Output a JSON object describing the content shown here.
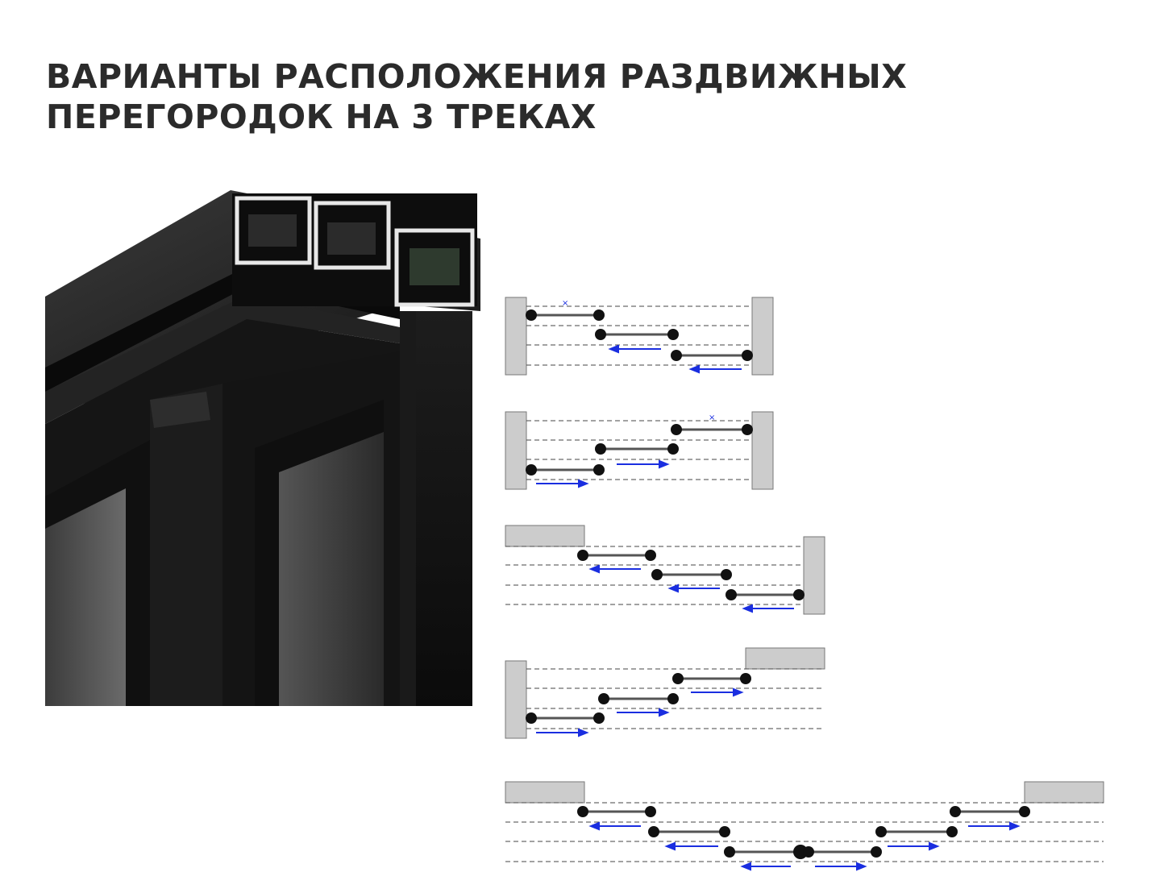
{
  "title": {
    "line1": "ВАРИАНТЫ РАСПОЛОЖЕНИЯ РАЗДВИЖНЫХ",
    "line2": "ПЕРЕГОРОДОК НА 3 ТРЕКАХ"
  },
  "colors": {
    "title": "#2b2b2b",
    "arrow": "#1a2ee0",
    "panel": "#555555",
    "wall": "#cfcfcf",
    "track_line": "#444444",
    "profile": "#161616"
  },
  "image": {
    "subject": "black aluminium triple-track sliding partition profile with glass panels"
  },
  "diagrams": [
    {
      "id": "variant-1",
      "description": "Wall left and right, three panels sliding left, fixed panel on top track"
    },
    {
      "id": "variant-2",
      "description": "Wall left and right, three panels sliding right, fixed panel on top track"
    },
    {
      "id": "variant-3",
      "description": "Ceiling block left, wall right, three panels sliding left"
    },
    {
      "id": "variant-4",
      "description": "Wall left, ceiling block right, three panels sliding right"
    },
    {
      "id": "variant-5",
      "description": "Ceiling blocks on both sides, six panels opening from the center"
    }
  ]
}
